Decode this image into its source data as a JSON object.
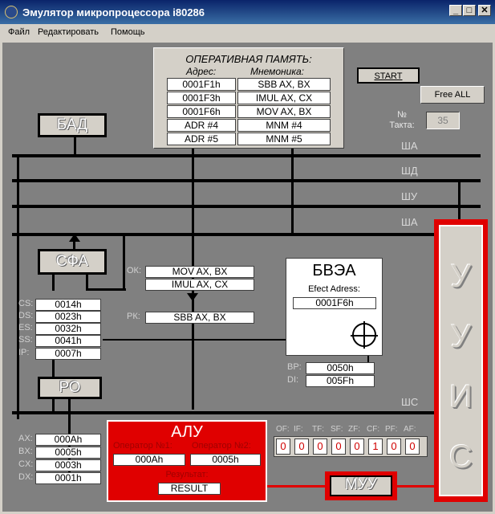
{
  "window": {
    "title": "Эмулятор микропроцессора i80286"
  },
  "menu": [
    "Файл",
    "Редактировать",
    "Помощь"
  ],
  "memory": {
    "title": "ОПЕРАТИВНАЯ ПАМЯТЬ:",
    "col_address": "Адрес:",
    "col_mnemonic": "Мнемоника:",
    "rows": [
      {
        "address": "0001F1h",
        "mnemonic": "SBB AX, BX"
      },
      {
        "address": "0001F3h",
        "mnemonic": "IMUL AX, CX"
      },
      {
        "address": "0001F6h",
        "mnemonic": "MOV AX, BX"
      },
      {
        "address": "ADR #4",
        "mnemonic": "MNM #4"
      },
      {
        "address": "ADR #5",
        "mnemonic": "MNM #5"
      }
    ]
  },
  "controls": {
    "start": "START",
    "free_all": "Free ALL",
    "tact_label": "№ Такта:",
    "tact_value": "35"
  },
  "buses": {
    "sha": "ША",
    "shd": "ШД",
    "shu": "ШУ",
    "shc": "ШС"
  },
  "blocks": {
    "bad": "БАД",
    "sfa": "СФА",
    "ro": "РО",
    "muu": "МУУ",
    "uuis": [
      "У",
      "У",
      "И",
      "С"
    ]
  },
  "queue": {
    "ok_label": "ОК:",
    "ok": [
      "MOV AX, BX",
      "IMUL AX, CX"
    ],
    "rk_label": "РК:",
    "rk": "SBB AX, BX"
  },
  "bvea": {
    "title": "БВЭА",
    "subtitle": "Efect Adress:",
    "value": "0001F6h"
  },
  "seg_regs": [
    {
      "name": "CS:",
      "value": "0014h"
    },
    {
      "name": "DS:",
      "value": "0023h"
    },
    {
      "name": "ES:",
      "value": "0032h"
    },
    {
      "name": "SS:",
      "value": "0041h"
    },
    {
      "name": "IP:",
      "value": "0007h"
    }
  ],
  "index_regs": [
    {
      "name": "BP:",
      "value": "0050h"
    },
    {
      "name": "DI:",
      "value": "005Fh"
    }
  ],
  "gp_regs": [
    {
      "name": "AX:",
      "value": "000Ah"
    },
    {
      "name": "BX:",
      "value": "0005h"
    },
    {
      "name": "CX:",
      "value": "0003h"
    },
    {
      "name": "DX:",
      "value": "0001h"
    }
  ],
  "alu": {
    "title": "АЛУ",
    "op1_label": "Оператор №1:",
    "op1": "000Ah",
    "op2_label": "Оператор №2:",
    "op2": "0005h",
    "result_label": "Результат:",
    "result": "RESULT"
  },
  "flags": [
    {
      "name": "OF:",
      "value": "0"
    },
    {
      "name": "IF:",
      "value": "0"
    },
    {
      "name": "TF:",
      "value": "0"
    },
    {
      "name": "SF:",
      "value": "0"
    },
    {
      "name": "ZF:",
      "value": "0"
    },
    {
      "name": "CF:",
      "value": "1"
    },
    {
      "name": "PF:",
      "value": "0"
    },
    {
      "name": "AF:",
      "value": "0"
    }
  ],
  "colors": {
    "alu_red": "#e00000",
    "muu_red": "#e00000",
    "work_bg": "#808080"
  }
}
